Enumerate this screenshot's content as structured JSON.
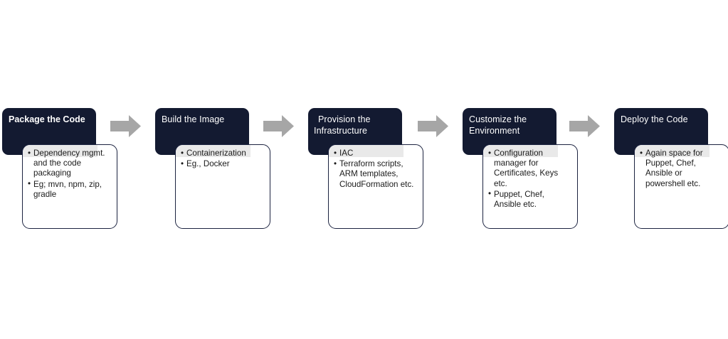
{
  "diagram": {
    "type": "horizontal-process-flow",
    "background_color": "#ffffff",
    "header_color": "#131A31",
    "header_text_color": "#ffffff",
    "body_border_color": "#1C2340",
    "band_color": "#E9E9E9",
    "arrow_color": "#A6A6A6",
    "steps": [
      {
        "id": "package-the-code",
        "title": "Package the Code",
        "bullets": [
          "Dependency mgmt. and the code packaging",
          "Eg; mvn, npm, zip, gradle"
        ]
      },
      {
        "id": "build-the-image",
        "title": "Build the Image",
        "bullets": [
          "Containerization",
          "Eg., Docker"
        ]
      },
      {
        "id": "provision-the-infrastructure",
        "title": "Provision the\nInfrastructure",
        "bullets": [
          "IAC",
          "Terraform scripts, ARM templates, CloudFormation etc."
        ]
      },
      {
        "id": "customize-the-environment",
        "title": "Customize the\nEnvironment",
        "bullets": [
          "Configuration manager  for Certificates, Keys etc.",
          "Puppet, Chef, Ansible etc."
        ]
      },
      {
        "id": "deploy-the-code",
        "title": "Deploy the Code",
        "bullets": [
          "Again space for Puppet, Chef, Ansible or powershell etc."
        ]
      }
    ],
    "connectors": [
      {
        "id": "arrow-1",
        "icon": "right-arrow-icon"
      },
      {
        "id": "arrow-2",
        "icon": "right-arrow-icon"
      },
      {
        "id": "arrow-3",
        "icon": "right-arrow-icon"
      },
      {
        "id": "arrow-4",
        "icon": "right-arrow-icon"
      }
    ]
  }
}
